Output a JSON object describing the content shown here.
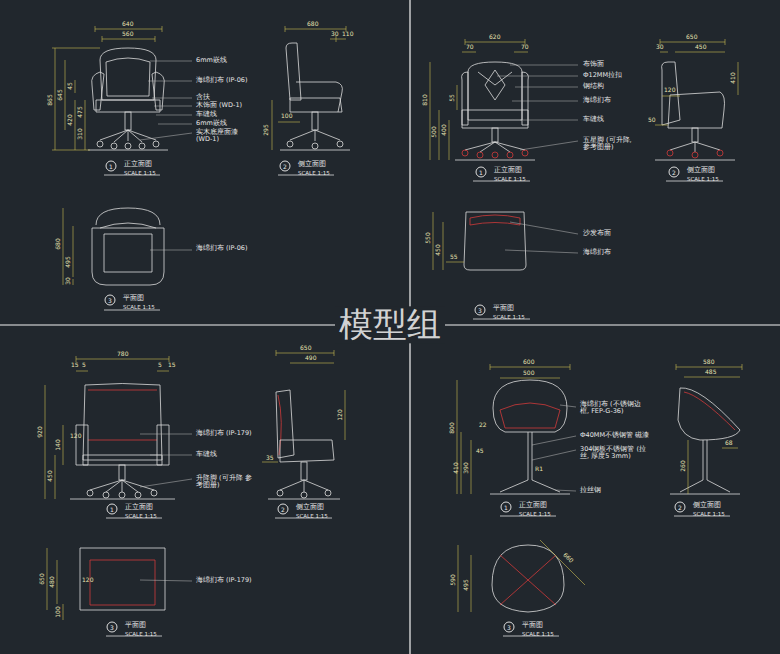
{
  "diagram": {
    "labels": [
      "640",
      "560",
      "865",
      "645",
      "45",
      "420",
      "475",
      "310",
      "6mm嵌线",
      "海绵扪布 (IP-06)",
      "含扶",
      "木饰面 (WD-1)",
      "车缝线",
      "6mm嵌线",
      "实木底座面漆 (WD-1)",
      "680",
      "30",
      "110",
      "295",
      "100",
      "1",
      "正立面图",
      "SCALE 1:15",
      "2",
      "侧立面图",
      "SCALE 1:15",
      "680",
      "495",
      "30",
      "海绵扪布 (IP-06)",
      "3",
      "平面图",
      "SCALE 1:15",
      "620",
      "70",
      "70",
      "810",
      "55",
      "500",
      "400",
      "布饰面",
      "Ф12MM拉扣",
      "钢结构",
      "海绵扪布",
      "车缝线",
      "五星脚 (可升降, 参考图册)",
      "650",
      "30",
      "450",
      "410",
      "120",
      "50",
      "1",
      "正立面图",
      "SCALE 1:15",
      "2",
      "侧立面图",
      "SCALE 1:15",
      "550",
      "450",
      "55",
      "沙发布面",
      "海绵扪布",
      "3",
      "平面图",
      "SCALE 1:15",
      "780",
      "15",
      "5",
      "5",
      "15",
      "920",
      "450",
      "140",
      "120",
      "海绵扪布 (IP-179)",
      "车缝线",
      "升降脚 (可升降 参考图册)",
      "650",
      "490",
      "120",
      "35",
      "1",
      "正立面图",
      "SCALE 1:15",
      "2",
      "侧立面图",
      "SCALE 1:15",
      "650",
      "480",
      "120",
      "100",
      "海绵扪布 (IP-179)",
      "3",
      "平面图",
      "SCALE 1:15",
      "600",
      "500",
      "580",
      "485",
      "800",
      "410",
      "390",
      "22",
      "45",
      "R1",
      "海绵扪布 (不锈钢边框, FEP-G-36)",
      "Ф40MM不锈钢管 磁漆",
      "304钢板不锈钢管 (拉丝, 厚度5 3mm)",
      "拉丝钢",
      "260",
      "68",
      "1",
      "正立面图",
      "SCALE 1:15",
      "2",
      "侧立面图",
      "SCALE 1:15",
      "660",
      "590",
      "495",
      "3",
      "平面图",
      "SCALE 1:15",
      "模型组"
    ]
  }
}
